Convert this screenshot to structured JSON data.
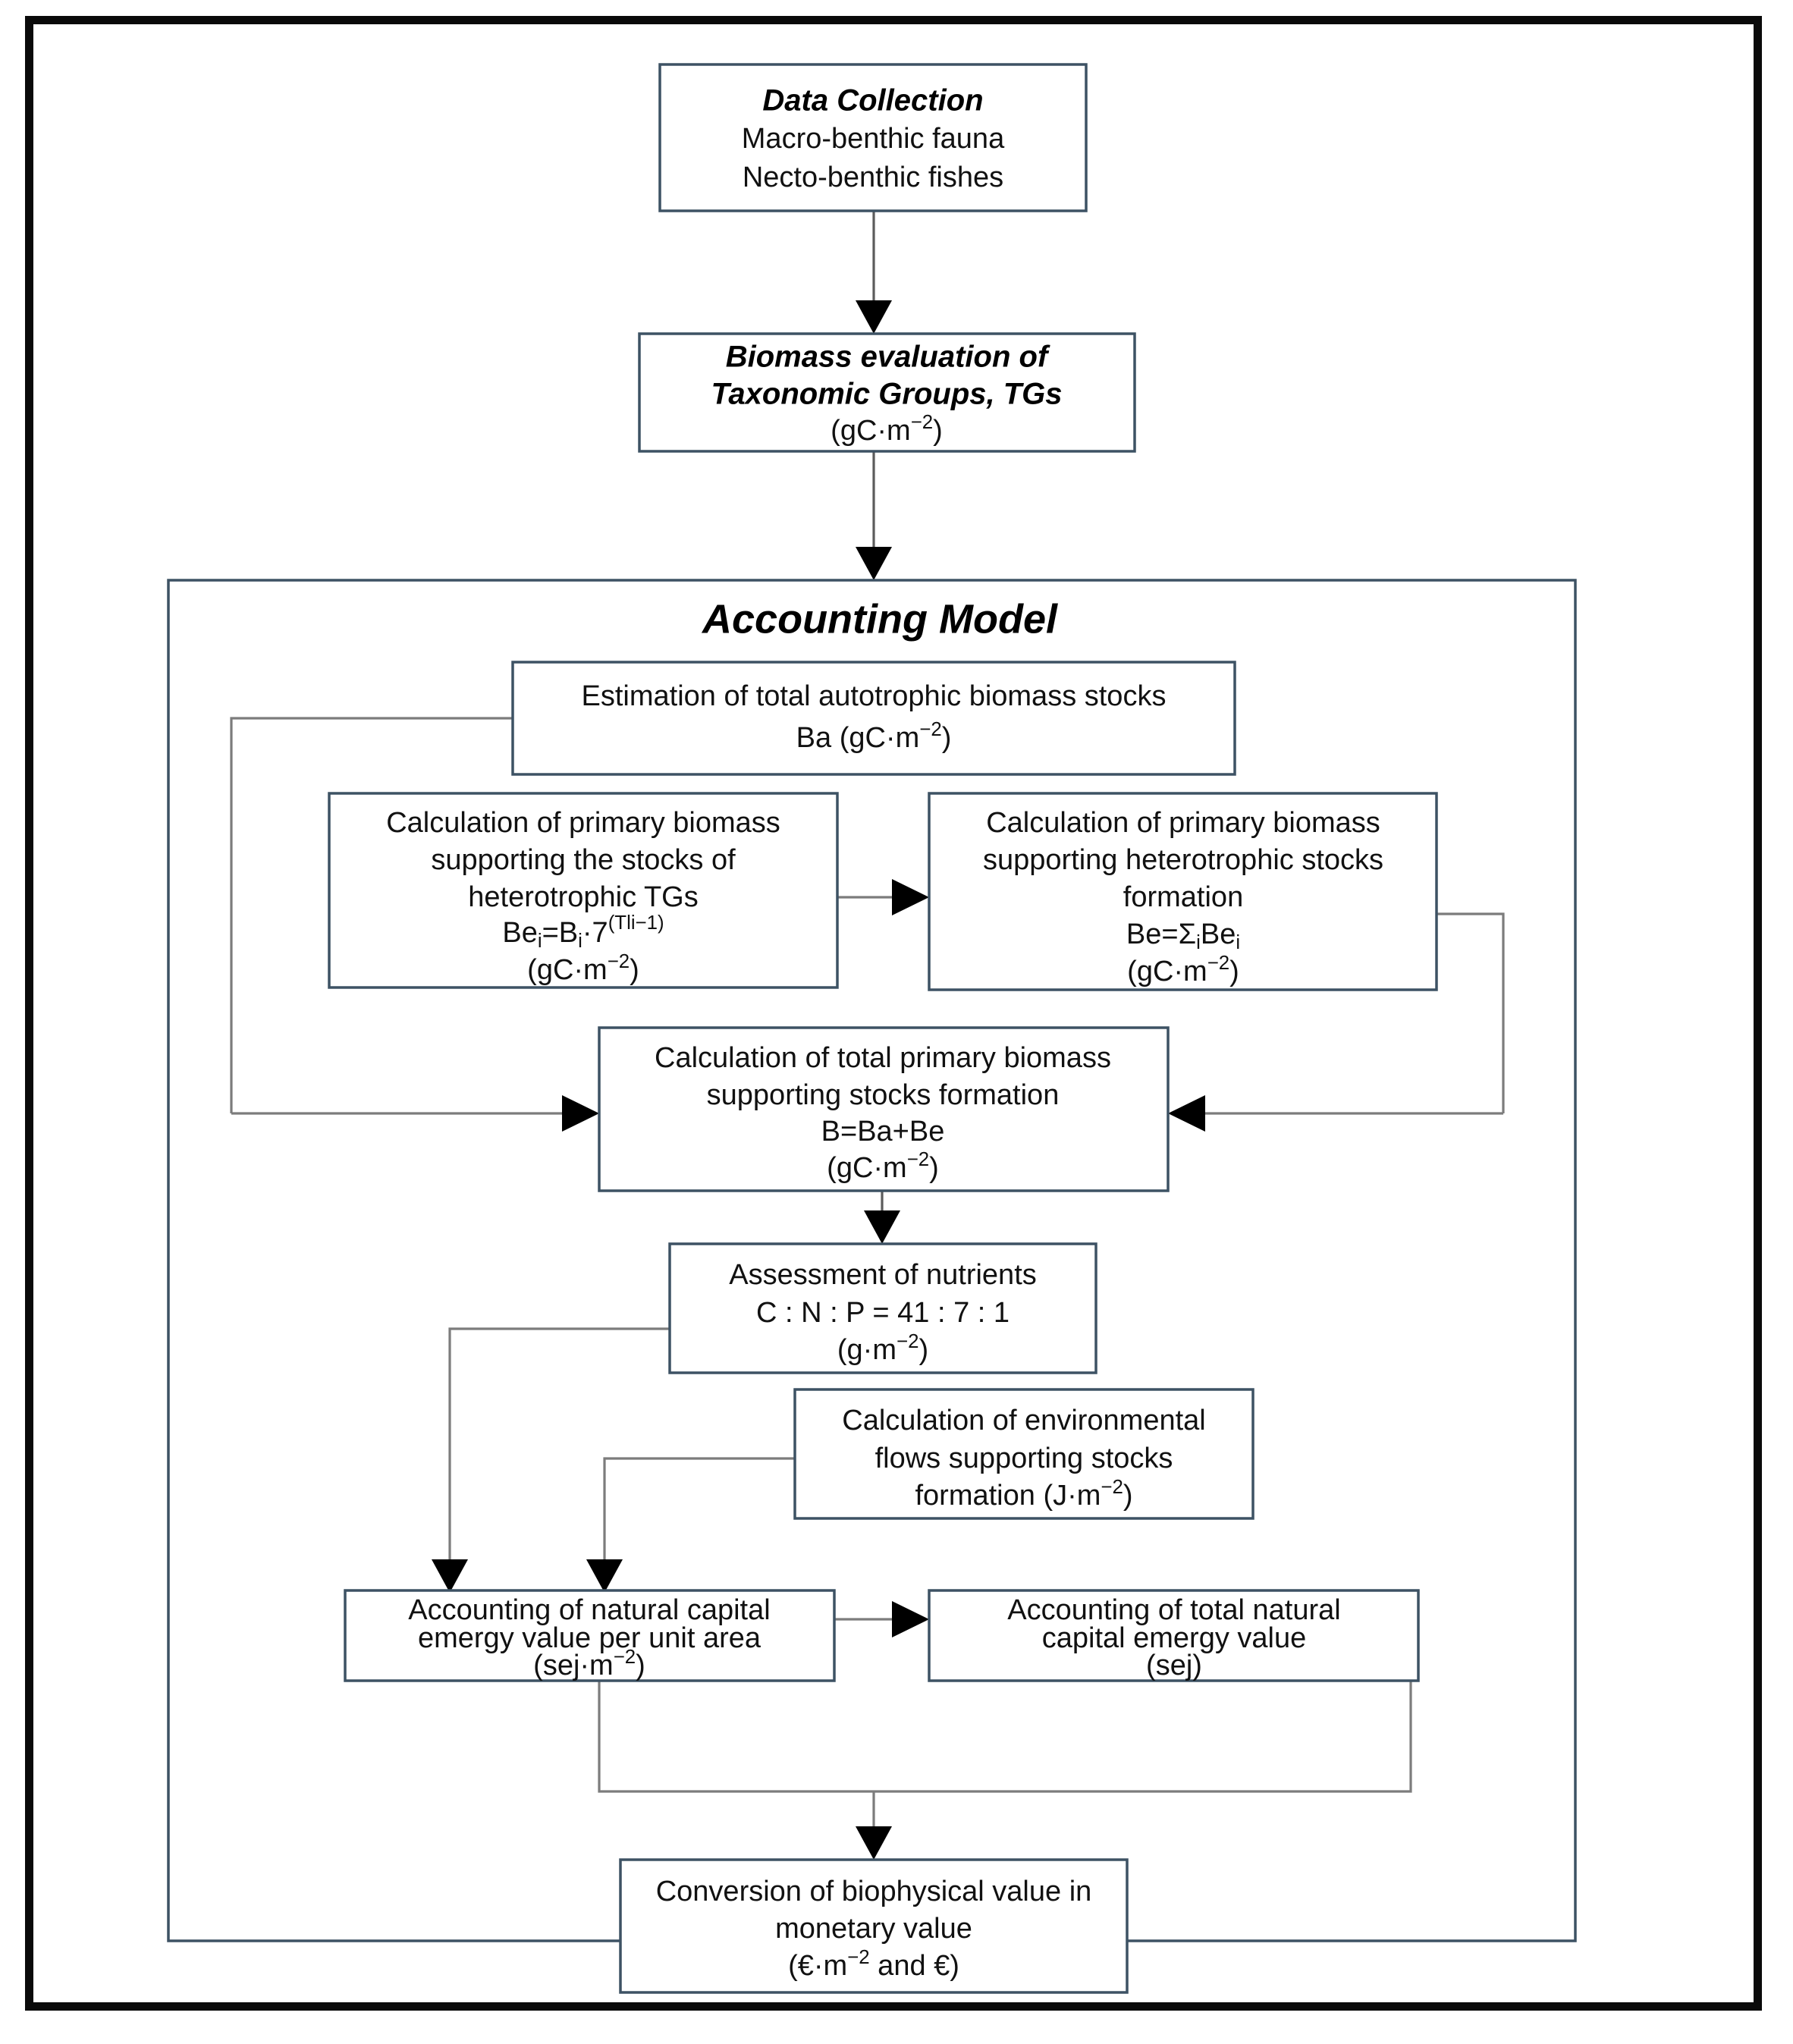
{
  "diagram": {
    "title": "Accounting Model",
    "group_label": "Accounting Model",
    "nodes": {
      "data_collection": {
        "heading": "Data Collection",
        "line1": "Macro-benthic fauna",
        "line2": "Necto-benthic fishes"
      },
      "biomass_evaluation": {
        "line1": "Biomass evaluation of",
        "line2": "Taxonomic Groups, TGs",
        "units": "(gC·m−2)",
        "units_base": "(gC·m",
        "units_exp": "−2",
        "units_tail": ")"
      },
      "autotrophic_stocks": {
        "line1": "Estimation of total autotrophic biomass stocks",
        "line2_base": "Ba (gC·m",
        "line2_exp": "−2",
        "line2_tail": ")"
      },
      "primary_biomass_heterotrophic_tgs": {
        "line1": "Calculation of primary biomass",
        "line2": "supporting the stocks of",
        "line3": "heterotrophic TGs",
        "formula_pre": "Be",
        "formula_sub1": "i",
        "formula_mid": "=B",
        "formula_sub2": "i",
        "formula_post": "·7",
        "formula_exp": "(Tli−1)",
        "units_base": "(gC·m",
        "units_exp": "−2",
        "units_tail": ")"
      },
      "heterotrophic_stocks_formation": {
        "line1": "Calculation of primary biomass",
        "line2": "supporting heterotrophic stocks",
        "line3": "formation",
        "formula_pre": "Be=Σ",
        "formula_sub1": "i",
        "formula_mid": "Be",
        "formula_sub2": "i",
        "units_base": "(gC·m",
        "units_exp": "−2",
        "units_tail": ")"
      },
      "total_primary_biomass": {
        "line1": "Calculation of total primary biomass",
        "line2": "supporting stocks formation",
        "formula": "B=Ba+Be",
        "units_base": "(gC·m",
        "units_exp": "−2",
        "units_tail": ")"
      },
      "nutrients": {
        "line1": "Assessment of nutrients",
        "line2": "C : N : P = 41 : 7 : 1",
        "units_base": "(g·m",
        "units_exp": "−2",
        "units_tail": ")"
      },
      "environmental_flows": {
        "line1": "Calculation of environmental",
        "line2": "flows supporting stocks",
        "line3_base": "formation (J·m",
        "line3_exp": "−2",
        "line3_tail": ")"
      },
      "emergy_per_area": {
        "line1": "Accounting of natural capital",
        "line2": "emergy value per unit area",
        "units_base": "(sej·m",
        "units_exp": "−2",
        "units_tail": ")"
      },
      "total_emergy": {
        "line1": "Accounting of total natural",
        "line2": "capital emergy value",
        "units": "(sej)"
      },
      "monetary_conversion": {
        "line1": "Conversion of biophysical value in",
        "line2": "monetary value",
        "units_base": "(€·m",
        "units_exp": "−2",
        "units_tail": " and €)"
      }
    },
    "colors": {
      "box_border": "#3d5264",
      "frame": "#0a0a0a",
      "connector": "#7c7c7c",
      "text": "#111111",
      "background": "#ffffff"
    }
  }
}
